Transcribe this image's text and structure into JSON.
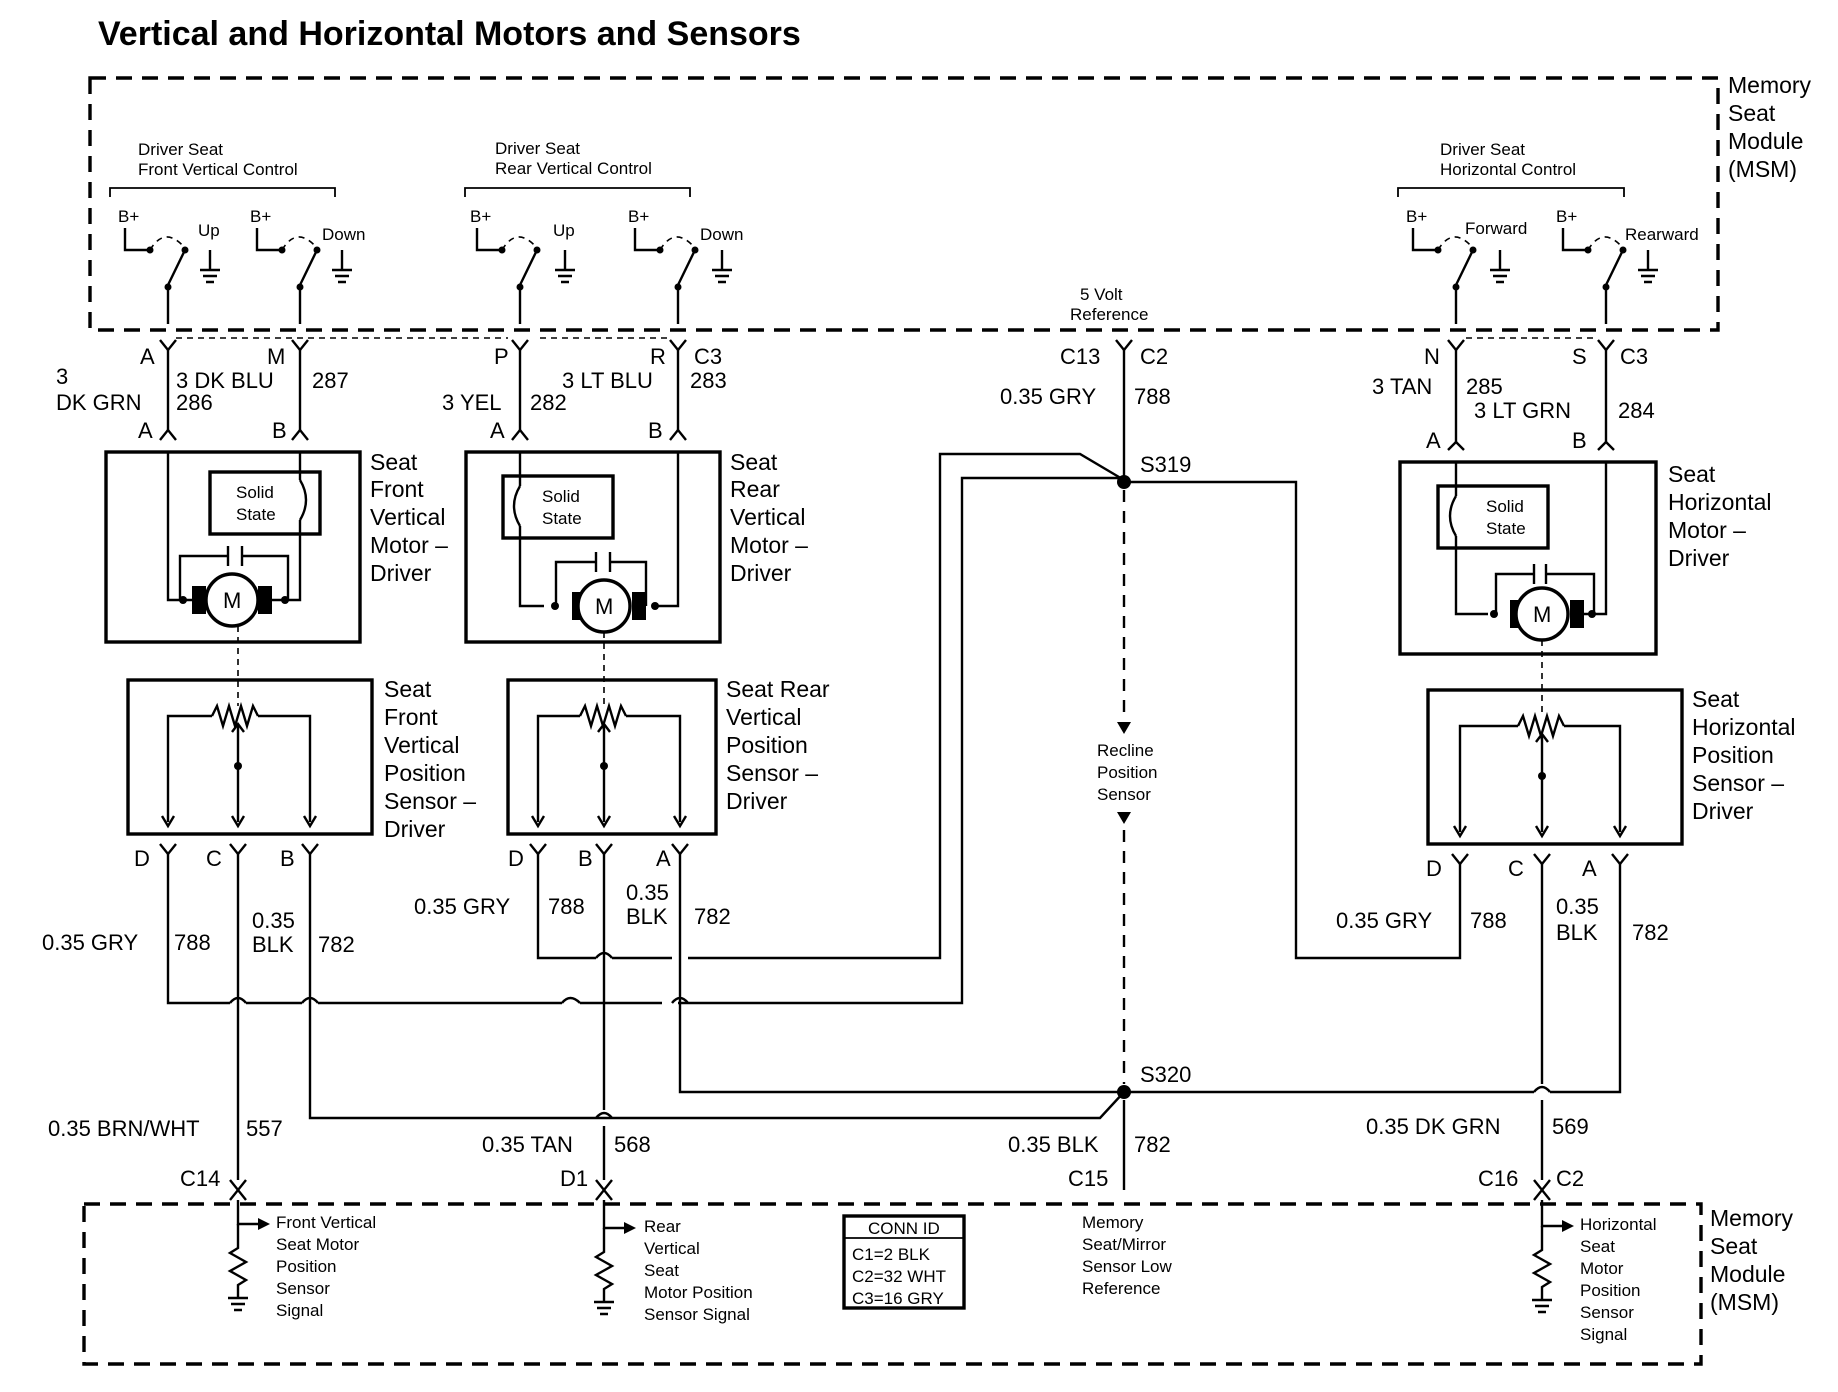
{
  "title": "Vertical and Horizontal Motors and Sensors",
  "msm_label": [
    "Memory",
    "Seat",
    "Module",
    "(MSM)"
  ],
  "b_plus": "B+",
  "switch_groups": [
    {
      "label": [
        "Driver Seat",
        "Front Vertical Control"
      ],
      "up": "Up",
      "down": "Down"
    },
    {
      "label": [
        "Driver Seat",
        "Rear Vertical Control"
      ],
      "up": "Up",
      "down": "Down"
    },
    {
      "label": [
        "Driver Seat",
        "Horizontal Control"
      ],
      "up": "Forward",
      "down": "Rearward"
    }
  ],
  "five_volt_ref": [
    "5 Volt",
    "Reference"
  ],
  "connectors": {
    "c13": "C13",
    "c2": "C2",
    "c3": "C3",
    "c14": "C14",
    "d1": "D1",
    "c15": "C15",
    "c16": "C16"
  },
  "pins": {
    "a": "A",
    "b": "B",
    "c": "C",
    "d": "D",
    "m": "M",
    "p": "P",
    "r": "R",
    "n": "N",
    "s": "S"
  },
  "wires": {
    "w3": "3",
    "dk_grn": "DK GRN",
    "w286": "286",
    "w3_dk_blu": "3 DK BLU",
    "w287": "287",
    "w3_yel": "3 YEL",
    "w282": "282",
    "w3_lt_blu": "3 LT BLU",
    "w283": "283",
    "w3_tan": "3 TAN",
    "w285": "285",
    "w3_lt_grn": "3 LT GRN",
    "w284": "284",
    "gry": "0.35 GRY",
    "w788": "788",
    "w035": "0.35",
    "blk": "BLK",
    "w782": "782",
    "brn_wht": "0.35 BRN/WHT",
    "w557": "557",
    "tan": "0.35 TAN",
    "w568": "568",
    "blk_full": "0.35 BLK",
    "dk_grn_full": "0.35 DK GRN",
    "w569": "569"
  },
  "splices": {
    "s319": "S319",
    "s320": "S320"
  },
  "components": {
    "front_motor": [
      "Seat",
      "Front",
      "Vertical",
      "Motor –",
      "Driver"
    ],
    "rear_motor": [
      "Seat",
      "Rear",
      "Vertical",
      "Motor –",
      "Driver"
    ],
    "horiz_motor": [
      "Seat",
      "Horizontal",
      "Motor –",
      "Driver"
    ],
    "front_sensor": [
      "Seat",
      "Front",
      "Vertical",
      "Position",
      "Sensor –",
      "Driver"
    ],
    "rear_sensor": [
      "Seat Rear",
      "Vertical",
      "Position",
      "Sensor –",
      "Driver"
    ],
    "horiz_sensor": [
      "Seat",
      "Horizontal",
      "Position",
      "Sensor –",
      "Driver"
    ],
    "recline": [
      "Recline",
      "Position",
      "Sensor"
    ]
  },
  "solid_state": [
    "Solid",
    "State"
  ],
  "motor_symbol": "M",
  "module_signals": {
    "front": [
      "Front Vertical",
      "Seat Motor",
      "Position",
      "Sensor",
      "Signal"
    ],
    "rear": [
      "Rear",
      "Vertical",
      "Seat",
      "Motor Position",
      "Sensor Signal"
    ],
    "low_ref": [
      "Memory",
      "Seat/Mirror",
      "Sensor Low",
      "Reference"
    ],
    "horiz": [
      "Horizontal",
      "Seat",
      "Motor",
      "Position",
      "Sensor",
      "Signal"
    ]
  },
  "conn_id": {
    "header": "CONN ID",
    "rows": [
      "C1=2 BLK",
      "C2=32 WHT",
      "C3=16 GRY"
    ]
  }
}
